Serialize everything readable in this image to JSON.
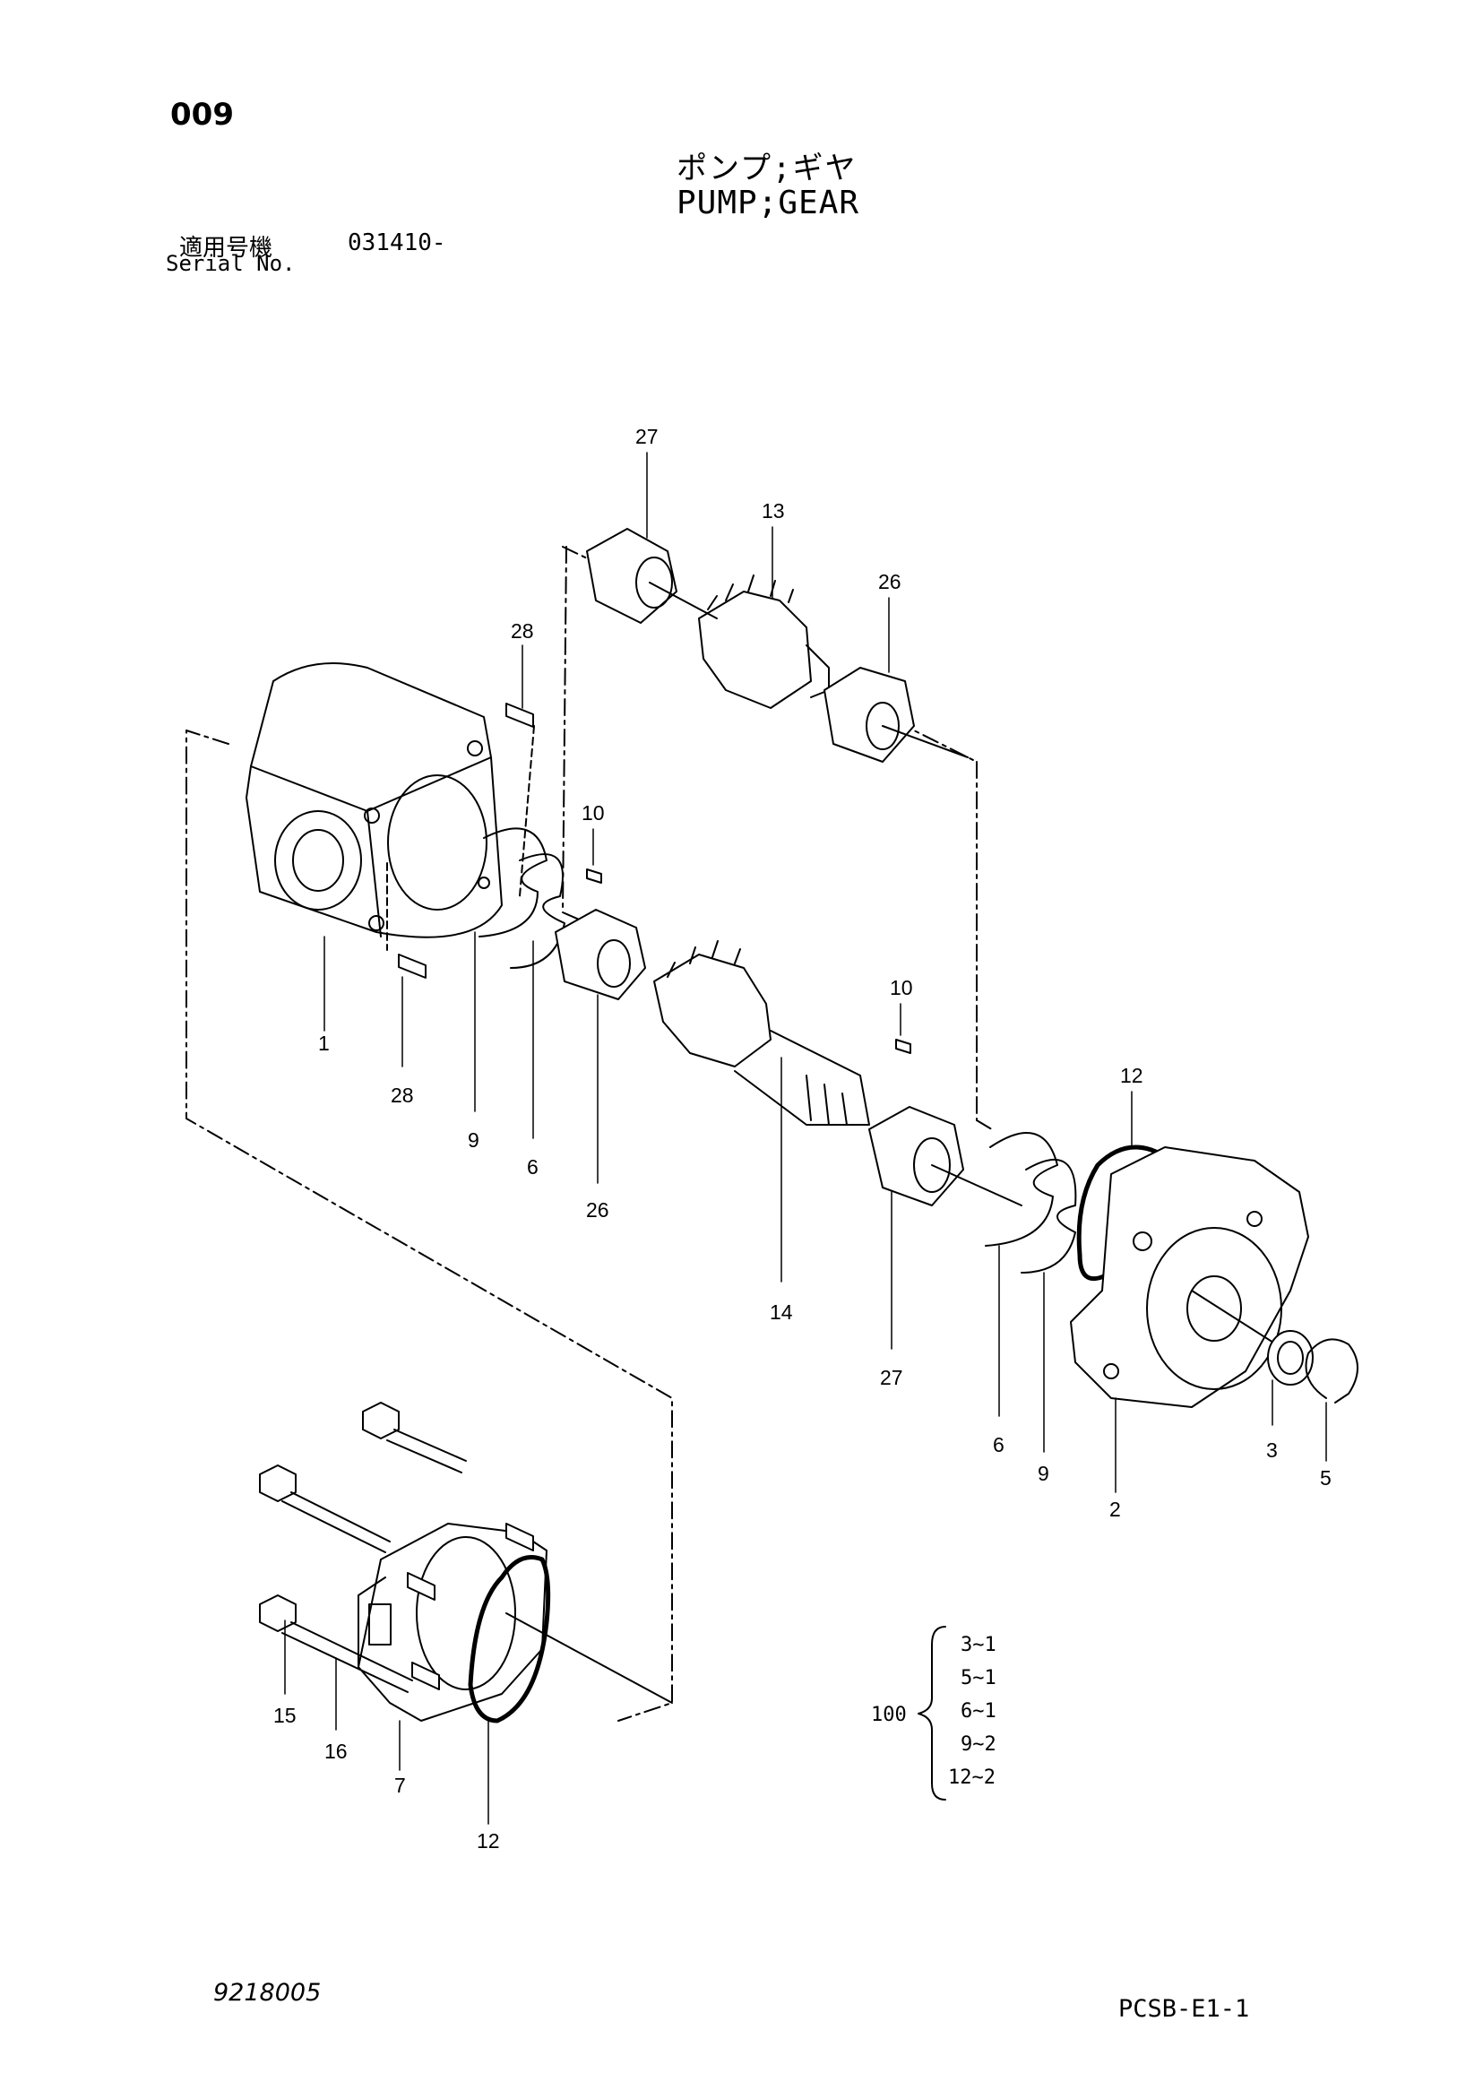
{
  "page_number": "009",
  "title_jp": "ポンプ;ギヤ",
  "title_en": "PUMP;GEAR",
  "serial_label_jp": "適用号機",
  "serial_label_en": "Serial No.",
  "serial_value": "031410-",
  "drawing_number": "9218005",
  "page_code": "PCSB-E1-1",
  "callouts": {
    "c27a": "27",
    "c13": "13",
    "c26a": "26",
    "c28a": "28",
    "c10a": "10",
    "c1": "1",
    "c28b": "28",
    "c9a": "9",
    "c6a": "6",
    "c26b": "26",
    "c10b": "10",
    "c12a": "12",
    "c14": "14",
    "c27b": "27",
    "c6b": "6",
    "c9b": "9",
    "c2": "2",
    "c3": "3",
    "c5": "5",
    "c15": "15",
    "c16": "16",
    "c7": "7",
    "c12b": "12"
  },
  "kit": {
    "number": "100",
    "items": [
      "3~1",
      "5~1",
      "6~1",
      "9~2",
      "12~2"
    ]
  }
}
